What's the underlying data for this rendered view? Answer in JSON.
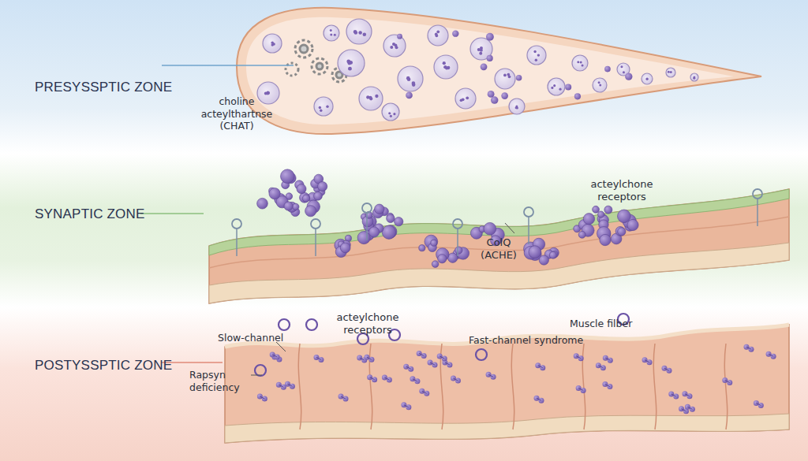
{
  "diagram": {
    "labels": [
      "PRESYSSPTIC ZONE",
      "choline acteylthartnse (CHAT)",
      "SYNAPTIC ZONE",
      "ColQ (ACHE)",
      "acteylchone receptors",
      "POSTYSSPTIC ZONE",
      "Slow-channel",
      "Rapsyn deficiency",
      "acteylchone receptors",
      "Fast-channel syndrome",
      "Muscle filber"
    ]
  }
}
